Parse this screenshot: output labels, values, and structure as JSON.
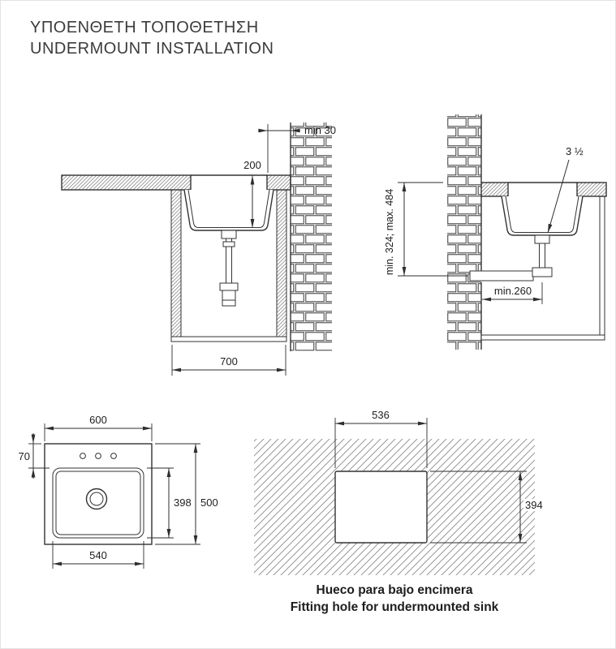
{
  "title": {
    "line1": "ΥΠΟΕΝΘΕΤΗ ΤΟΠΟΘΕΤΗΣΗ",
    "line2": "UNDERMOUNT INSTALLATION"
  },
  "front_section": {
    "dim_wall_gap": "min 30",
    "dim_bowl_depth": "200",
    "dim_cabinet_width": "700"
  },
  "side_section": {
    "dim_drain_size": "3 ½",
    "dim_height_range": "min. 324; max. 484",
    "dim_wall_distance": "min.260"
  },
  "top_view": {
    "dim_overall_width": "600",
    "dim_rim": "70",
    "dim_bowl_length": "398",
    "dim_overall_depth": "500",
    "dim_bowl_width": "540"
  },
  "cutout": {
    "dim_hole_width": "536",
    "dim_hole_height": "394",
    "caption_line1": "Hueco para bajo encimera",
    "caption_line2": "Fitting hole for undermounted sink"
  },
  "colors": {
    "line": "#333333",
    "dimension": "#2e2e2e",
    "hatch": "#777777",
    "brick": "#4a4a4a"
  }
}
